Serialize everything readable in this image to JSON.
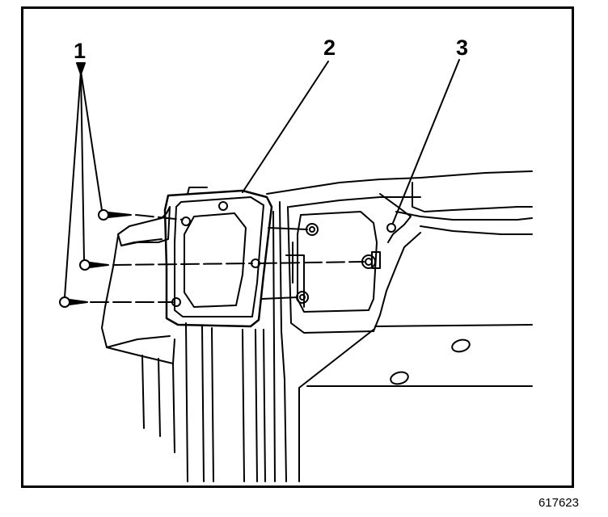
{
  "callouts": [
    {
      "id": "1",
      "label": "1"
    },
    {
      "id": "2",
      "label": "2"
    },
    {
      "id": "3",
      "label": "3"
    }
  ],
  "figure_id": "617623"
}
